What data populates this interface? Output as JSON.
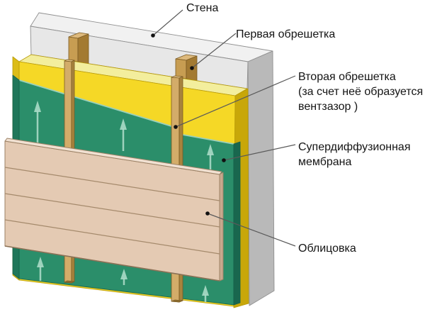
{
  "labels": {
    "wall": {
      "text": "Стена"
    },
    "first_lathing": {
      "text": "Первая обрешетка"
    },
    "second_lathing": {
      "lines": [
        "Вторая обрешетка",
        "(за счет неё образуется",
        "вентзазор )"
      ]
    },
    "membrane": {
      "lines": [
        "Супердиффузионная",
        "мембрана"
      ]
    },
    "cladding": {
      "text": "Облицовка"
    }
  },
  "colors": {
    "background": "#FFFFFF",
    "wall_front": "#E7E7E7",
    "wall_top": "#F1F1F1",
    "wall_side": "#B9B9B9",
    "insulation_front": "#F5D826",
    "insulation_top": "#F3EE9D",
    "insulation_side": "#C8A709",
    "insulation_left": "#DBBC18",
    "membrane_front": "#2B8E6A",
    "membrane_side": "#19674E",
    "membrane_left": "#20775A",
    "membrane_edge": "#9BD0BA",
    "lathing1_front": "#C79D52",
    "lathing1_side": "#A37A32",
    "lathing1_top": "#DDB97C",
    "lathing2_front": "#D3AC69",
    "lathing2_side": "#A8833D",
    "lathing2_top": "#E3C389",
    "lathing2_bottom": "#8F6F30",
    "cladding_face": "#E4CAB3",
    "cladding_top": "#F1E1D2",
    "cladding_side": "#C8A88E",
    "cladding_line": "#A58A6C",
    "arrow": "#AADAC6",
    "leader": "#5A5A5A",
    "dot": "#111111",
    "text": "#141414"
  }
}
